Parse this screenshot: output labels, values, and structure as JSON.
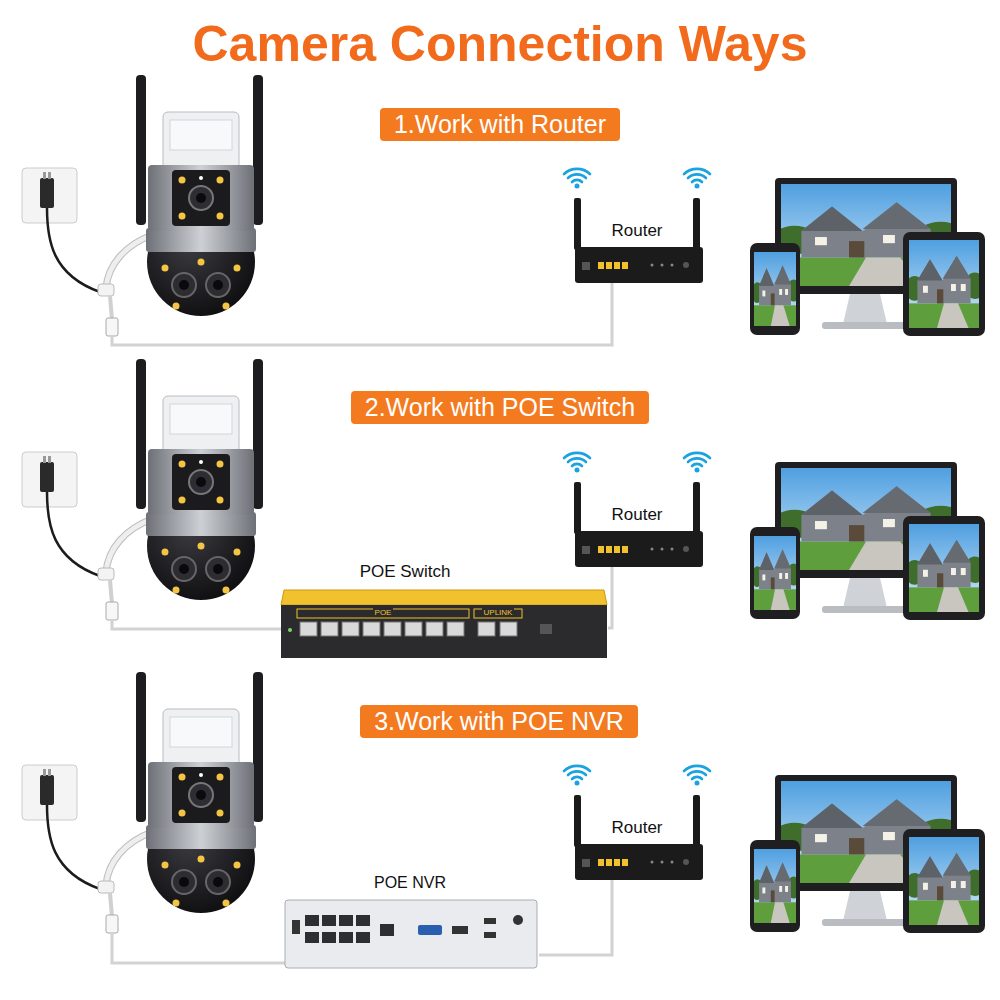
{
  "diagram": {
    "title": "Camera Connection Ways",
    "nodes": [
      {
        "text": [
          "1.Work with Router"
        ]
      },
      {
        "text": [
          "Router"
        ]
      },
      {
        "text": [
          "2.Work with POE Switch"
        ]
      },
      {
        "text": [
          "Router"
        ]
      },
      {
        "text": [
          "POE Switch",
          "POE",
          "UPLINK"
        ]
      },
      {
        "text": [
          "3.Work with POE NVR"
        ]
      },
      {
        "text": [
          "Router"
        ]
      },
      {
        "text": [
          "POE NVR"
        ]
      }
    ],
    "edges": [
      {
        "from": 4,
        "to": 3,
        "arrow": "none"
      },
      {
        "from": 7,
        "to": 6,
        "arrow": "none"
      }
    ]
  }
}
